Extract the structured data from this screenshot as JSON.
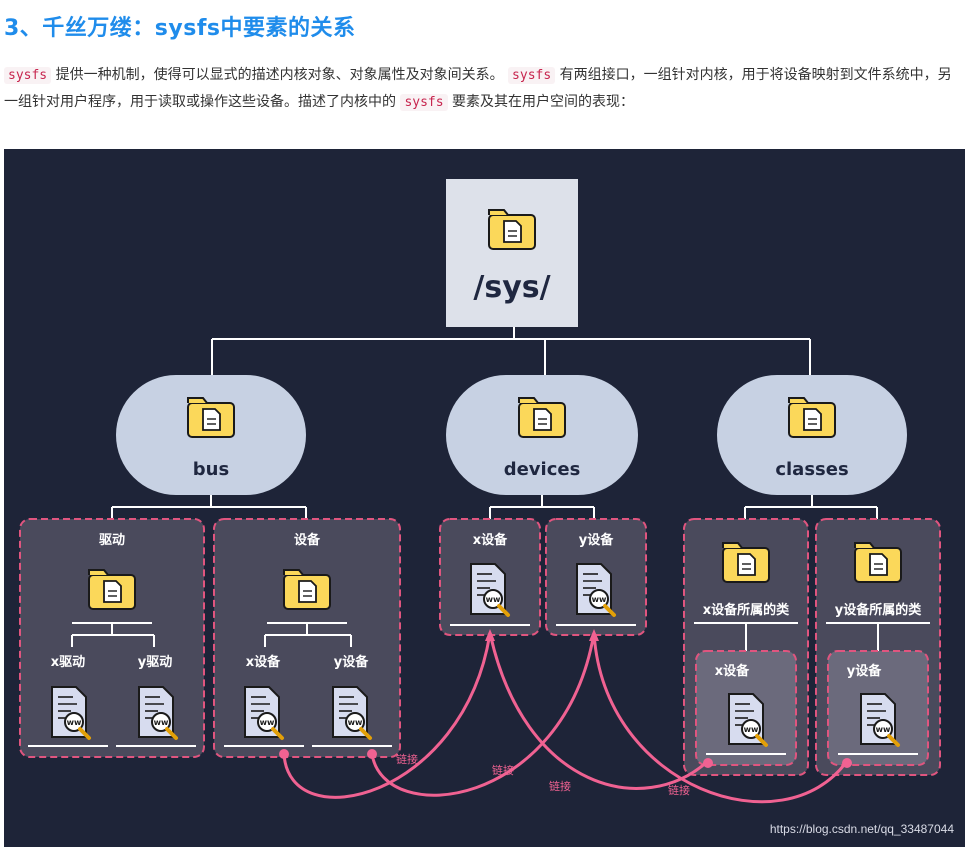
{
  "heading": "3、千丝万缕：sysfs中要素的关系",
  "paragraph": {
    "code1": "sysfs",
    "text1": "提供一种机制，使得可以显式的描述内核对象、对象属性及对象间关系。",
    "code2": "sysfs",
    "text2": "有两组接口，一组针对内核，用于将设备映射到文件系统中，另一组针对用户程序，用于读取或操作这些设备。描述了内核中的",
    "code3": "sysfs",
    "text3": "要素及其在用户空间的表现："
  },
  "diagram": {
    "root": "/sys/",
    "bus": "bus",
    "devices": "devices",
    "classes": "classes",
    "bus_drivers": "驱动",
    "bus_devices": "设备",
    "x_driver": "x驱动",
    "y_driver": "y驱动",
    "bus_x_device": "x设备",
    "bus_y_device": "y设备",
    "dev_x": "x设备",
    "dev_y": "y设备",
    "class_x": "x设备所属的类",
    "class_y": "y设备所属的类",
    "class_x_device": "x设备",
    "class_y_device": "y设备",
    "link_label": "链接",
    "watermark": "https://blog.csdn.net/qq_33487044"
  },
  "colors": {
    "heading": "#1f8ceb",
    "background": "#1e2438",
    "bubble": "#c7d1e3",
    "panel": "#4a4a5c",
    "dashed": "#e0557f",
    "link": "#f06292",
    "folder": "#fbd85a"
  },
  "icons": [
    "folder-icon",
    "web-file-icon"
  ]
}
